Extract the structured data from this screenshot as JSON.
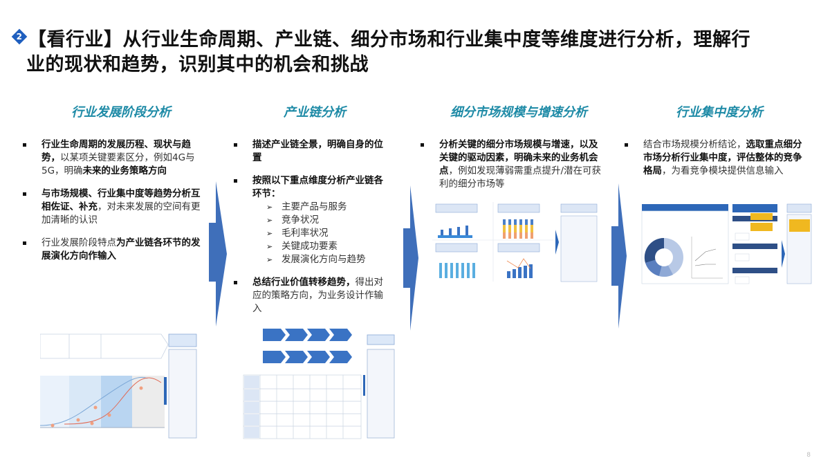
{
  "title": {
    "badge_number": "2",
    "line1": "【看行业】从行业生命周期、产业链、细分市场和行业集中度等维度进行分析，理解行",
    "line2": "业的现状和趋势，识别其中的机会和挑战"
  },
  "columns": [
    {
      "heading": "行业发展阶段分析",
      "bullets": [
        {
          "segments": [
            {
              "text": "行业生命周期的发展历程、现状与趋势，",
              "bold": true
            },
            {
              "text": "以某项关键要素区分，例如4G与5G，明确",
              "bold": false
            },
            {
              "text": "未来的业务策略方向",
              "bold": true
            }
          ]
        },
        {
          "segments": [
            {
              "text": "与市场规模、行业集中度等趋势分析互相佐证、补充",
              "bold": true
            },
            {
              "text": "，对未来发展的空间有更加清晰的认识",
              "bold": false
            }
          ]
        },
        {
          "segments": [
            {
              "text": "行业发展阶段特点",
              "bold": false
            },
            {
              "text": "为产业链各环节的发展演化方向作输入",
              "bold": true
            }
          ]
        }
      ]
    },
    {
      "heading": "产业链分析",
      "bullets": [
        {
          "segments": [
            {
              "text": "描述产业链全景，明确自身的位置",
              "bold": true
            }
          ]
        },
        {
          "segments": [
            {
              "text": "按照以下重点维度分析产业链各环节：",
              "bold": true
            }
          ],
          "subitems": [
            "主要产品与服务",
            "竞争状况",
            "毛利率状况",
            "关键成功要素",
            "发展演化方向与趋势"
          ]
        },
        {
          "segments": [
            {
              "text": "总结行业价值转移趋势，",
              "bold": true
            },
            {
              "text": "得出对应的策略方向，为业务设计作输入",
              "bold": false
            }
          ]
        }
      ]
    },
    {
      "heading": "细分市场规模与增速分析",
      "bullets": [
        {
          "segments": [
            {
              "text": "分析关键的细分市场规模与增速，以及关键的驱动因素，明确未来的业务机会点",
              "bold": true
            },
            {
              "text": "，例如发现薄弱需重点提升/潜在可获利的细分市场等",
              "bold": false
            }
          ]
        }
      ]
    },
    {
      "heading": "行业集中度分析",
      "bullets": [
        {
          "segments": [
            {
              "text": "结合市场规模分析结论，",
              "bold": false
            },
            {
              "text": "选取重点细分市场分析行业集中度，评估整体的竞争格局",
              "bold": true
            },
            {
              "text": "，为看竞争模块提供信息输入",
              "bold": false
            }
          ]
        }
      ]
    }
  ],
  "sub_arrow_glyph": "➢",
  "colors": {
    "heading": "#1d8aa6",
    "arrow": "#3f6fba",
    "badge": "#1f5fbf"
  },
  "page_number": "8"
}
